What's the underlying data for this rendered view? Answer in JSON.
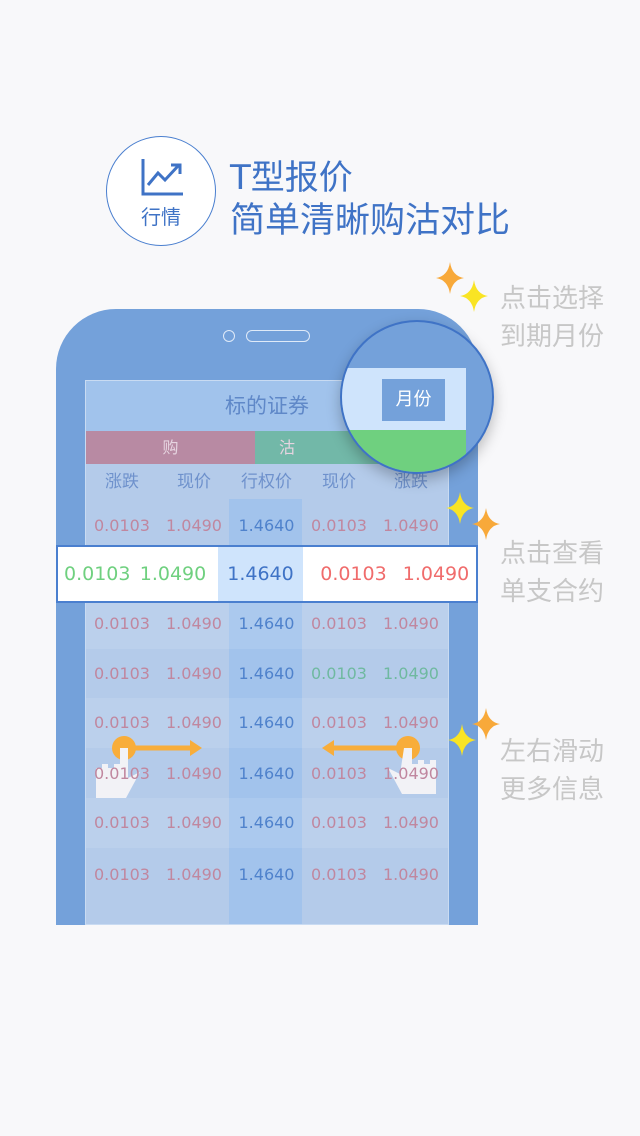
{
  "badge": {
    "icon": "line-chart-icon",
    "label": "行情"
  },
  "headline": {
    "line1": "T型报价",
    "line2": "简单清晰购沽对比"
  },
  "hints": [
    {
      "line1": "点击选择",
      "line2": "到期月份"
    },
    {
      "line1": "点击查看",
      "line2": "单支合约"
    },
    {
      "line1": "左右滑动",
      "line2": "更多信息"
    }
  ],
  "screen": {
    "title": "标的证券",
    "buy_label": "购",
    "sell_label": "沽",
    "columns": [
      "涨跌",
      "现价",
      "行权价",
      "现价",
      "涨跌"
    ]
  },
  "magnifier": {
    "month_button": "月份"
  },
  "rows": [
    {
      "l1": "0.0103",
      "l2": "1.0490",
      "strike": "1.4640",
      "r1": "0.0103",
      "r2": "1.0490"
    },
    {
      "l1": "0.0103",
      "l2": "1.0490",
      "strike": "1.4640",
      "r1": "0.0103",
      "r2": "1.0490"
    },
    {
      "l1": "0.0103",
      "l2": "1.0490",
      "strike": "1.4640",
      "r1": "0.0103",
      "r2": "1.0490"
    },
    {
      "l1": "0.0103",
      "l2": "1.0490",
      "strike": "1.4640",
      "r1": "0.0103",
      "r2": "1.0490"
    },
    {
      "l1": "0.0103",
      "l2": "1.0490",
      "strike": "1.4640",
      "r1": "0.0103",
      "r2": "1.0490"
    },
    {
      "l1": "0.0103",
      "l2": "1.0490",
      "strike": "1.4640",
      "r1": "0.0103",
      "r2": "1.0490"
    },
    {
      "l1": "0.0103",
      "l2": "1.0490",
      "strike": "1.4640",
      "r1": "0.0103",
      "r2": "1.0490"
    }
  ],
  "highlight_row": {
    "l1": "0.0103",
    "l2": "1.0490",
    "strike": "1.4640",
    "r1": "0.0103",
    "r2": "1.0490"
  },
  "colors": {
    "accent": "#3f73c6",
    "up": "#f06c6c",
    "down": "#6fd07f",
    "faded_red": "#c0879f",
    "faded_green": "#6fb9a0"
  }
}
